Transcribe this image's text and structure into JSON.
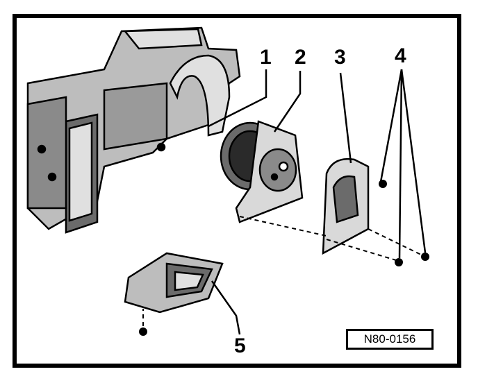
{
  "callouts": {
    "c1": "1",
    "c2": "2",
    "c3": "3",
    "c4": "4",
    "c5": "5"
  },
  "reference_code": "N80-0156",
  "colors": {
    "ink": "#000000",
    "paper": "#ffffff",
    "shade": "#6b6b6b",
    "light": "#bdbdbd"
  }
}
